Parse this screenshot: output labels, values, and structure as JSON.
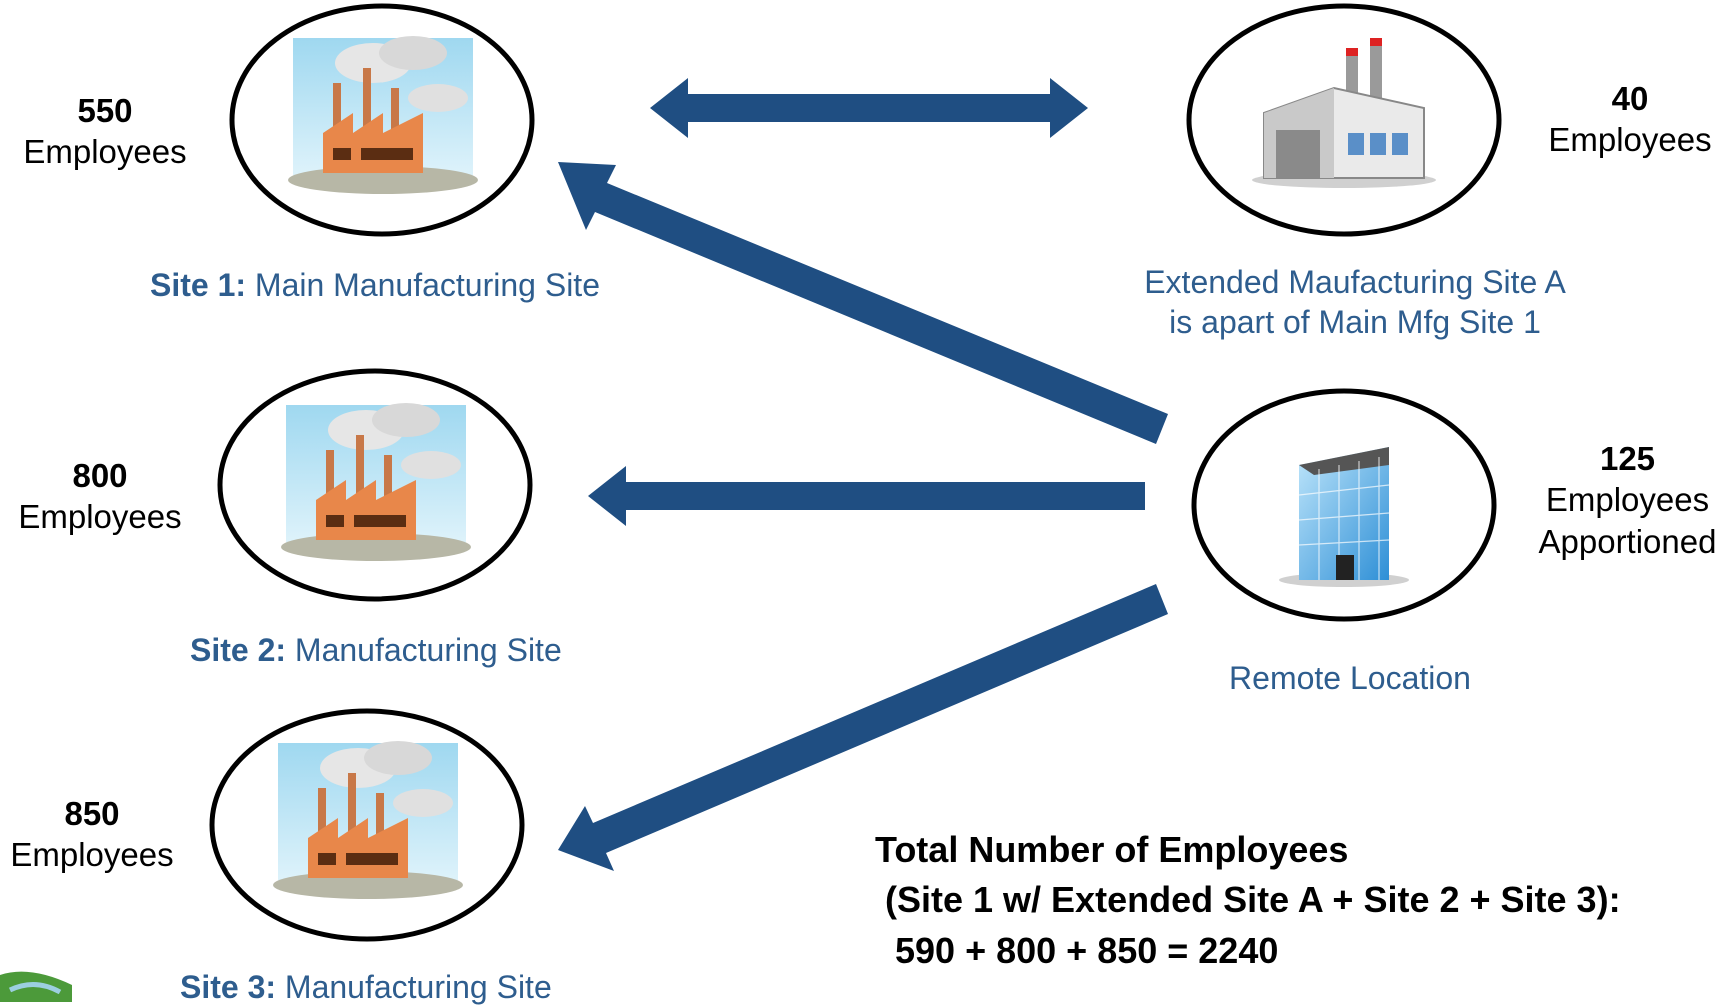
{
  "sites": {
    "site1": {
      "count": "550",
      "unit": "Employees",
      "label_bold": "Site 1:",
      "label_rest": " Main Manufacturing Site"
    },
    "site2": {
      "count": "800",
      "unit": "Employees",
      "label_bold": "Site 2:",
      "label_rest": " Manufacturing Site"
    },
    "site3": {
      "count": "850",
      "unit": "Employees",
      "label_bold": "Site 3:",
      "label_rest": " Manufacturing Site"
    },
    "extended": {
      "count": "40",
      "unit": "Employees",
      "label_line1": "Extended Maufacturing Site A",
      "label_line2": "is apart of Main Mfg Site 1"
    },
    "remote": {
      "count": "125",
      "unit": "Employees",
      "unit2": "Apportioned",
      "label": "Remote Location"
    }
  },
  "total": {
    "line1": "Total Number of Employees",
    "line2": " (Site 1 w/ Extended Site A + Site 2 + Site 3):",
    "line3": "  590 + 800 + 850 = 2240"
  },
  "colors": {
    "arrow": "#1f4e82",
    "label": "#2e5d8e",
    "outline": "#000000"
  },
  "icons": [
    "factory-icon",
    "warehouse-icon",
    "office-building-icon",
    "logo-icon"
  ]
}
